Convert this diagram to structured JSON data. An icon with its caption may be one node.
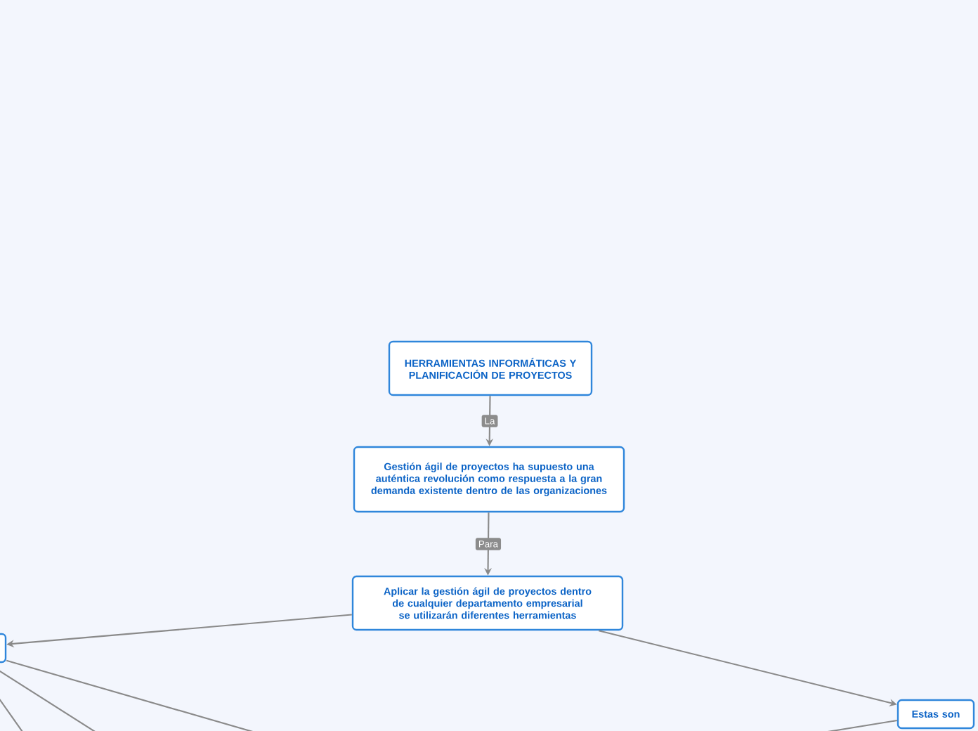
{
  "diagram": {
    "nodes": [
      {
        "text": [
          "HERRAMIENTAS INFORMÁTICAS Y PLANIFICACIÓN DE PROYECTOS"
        ]
      },
      {
        "text": [
          "Gestión ágil de proyectos ha supuesto una auténtica revolución como respuesta a la gran demanda existente dentro de las organizaciones"
        ]
      },
      {
        "text": [
          "Aplicar la gestión ágil de proyectos dentro de cualquier departamento empresarial se utilizarán diferentes herramientas"
        ]
      },
      {
        "text": [],
        "shape": "box"
      },
      {
        "text": [
          "Estas son"
        ]
      }
    ],
    "edges": [
      {
        "from": 0,
        "to": 1,
        "arrow": "to",
        "label": "La"
      },
      {
        "from": 1,
        "to": 2,
        "arrow": "to",
        "label": "Para"
      },
      {
        "from": 2,
        "to": 3,
        "arrow": "to"
      },
      {
        "from": 2,
        "to": 4,
        "arrow": "to"
      },
      {
        "from": 3,
        "to": null,
        "arrow": "none"
      },
      {
        "from": 3,
        "to": null,
        "arrow": "none"
      },
      {
        "from": 3,
        "to": null,
        "arrow": "none"
      },
      {
        "from": 4,
        "to": null,
        "arrow": "none"
      }
    ]
  }
}
